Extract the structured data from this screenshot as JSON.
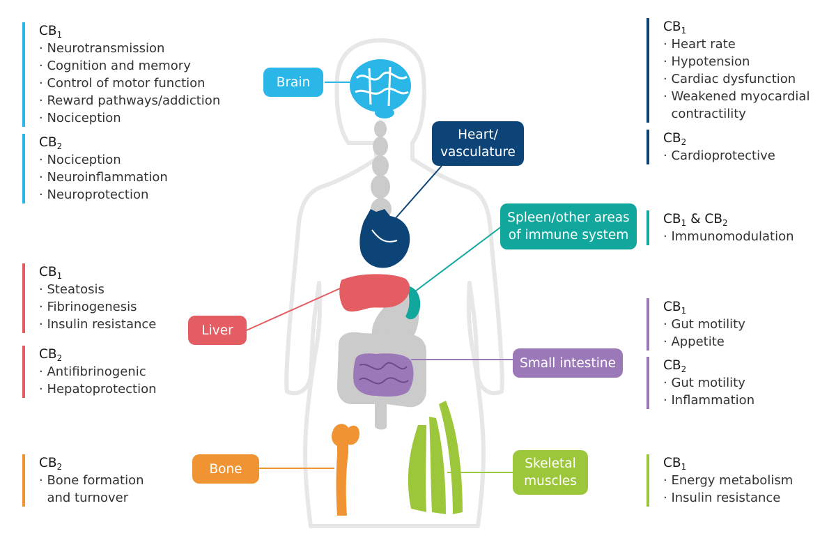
{
  "colors": {
    "brain": "#2ab6e6",
    "heart": "#0d4478",
    "spleen": "#12a79d",
    "liver": "#e35d63",
    "intestine": "#9b78b7",
    "bone": "#f09433",
    "muscle": "#9dc73b",
    "body_outline": "#e7e7e7",
    "gray_organs": "#cbcbcb"
  },
  "labels": {
    "brain": [
      "Brain"
    ],
    "heart": [
      "Heart/",
      "vasculature"
    ],
    "spleen": [
      "Spleen/other areas",
      "of immune system"
    ],
    "liver": [
      "Liver"
    ],
    "intestine": [
      "Small intestine"
    ],
    "bone": [
      "Bone"
    ],
    "muscle": [
      "Skeletal",
      "muscles"
    ]
  },
  "blocks": {
    "brain_cb1": {
      "receptor": "CB",
      "sub": "1",
      "items": [
        "· Neurotransmission",
        "· Cognition and memory",
        "· Control of motor function",
        "· Reward pathways/addiction",
        "· Nociception"
      ]
    },
    "brain_cb2": {
      "receptor": "CB",
      "sub": "2",
      "items": [
        "· Nociception",
        "· Neuroinflammation",
        "· Neuroprotection"
      ]
    },
    "heart_cb1": {
      "receptor": "CB",
      "sub": "1",
      "items": [
        "· Heart rate",
        "· Hypotension",
        "· Cardiac dysfunction",
        "· Weakened myocardial",
        "  contractility"
      ]
    },
    "heart_cb2": {
      "receptor": "CB",
      "sub": "2",
      "items": [
        "· Cardioprotective"
      ]
    },
    "spleen_cb": {
      "receptor": "CB",
      "sub": "1",
      "extra": " & CB",
      "extra_sub": "2",
      "items": [
        "· Immunomodulation"
      ]
    },
    "liver_cb1": {
      "receptor": "CB",
      "sub": "1",
      "items": [
        "· Steatosis",
        "· Fibrinogenesis",
        "· Insulin resistance"
      ]
    },
    "liver_cb2": {
      "receptor": "CB",
      "sub": "2",
      "items": [
        "· Antifibrinogenic",
        "· Hepatoprotection"
      ]
    },
    "intestine_cb1": {
      "receptor": "CB",
      "sub": "1",
      "items": [
        "· Gut motility",
        "· Appetite"
      ]
    },
    "intestine_cb2": {
      "receptor": "CB",
      "sub": "2",
      "items": [
        "· Gut motility",
        "· Inflammation"
      ]
    },
    "bone_cb2": {
      "receptor": "CB",
      "sub": "2",
      "items": [
        "· Bone formation",
        "  and turnover"
      ]
    },
    "muscle_cb1": {
      "receptor": "CB",
      "sub": "1",
      "items": [
        "· Energy metabolism",
        "· Insulin resistance"
      ]
    }
  }
}
